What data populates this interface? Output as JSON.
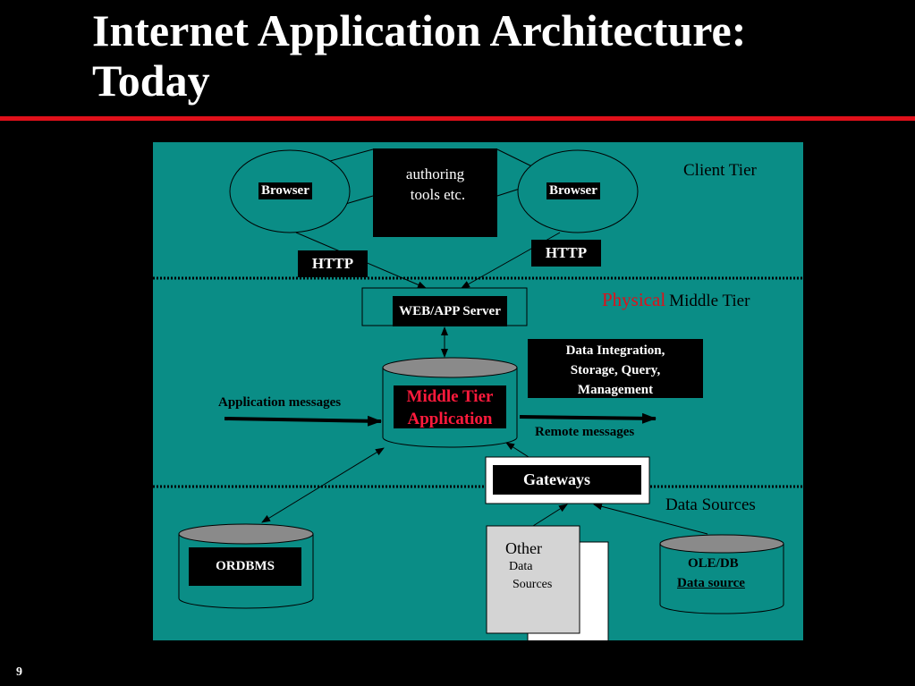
{
  "slide": {
    "title_line1": "Internet Application Architecture:",
    "title_line2": "Today",
    "page_number": "9"
  },
  "diagram": {
    "tiers": {
      "client": "Client  Tier",
      "physical_word": "Physical",
      "middle": "Middle Tier",
      "data_sources": "Data Sources"
    },
    "browser_left": "Browser",
    "browser_right": "Browser",
    "authoring_line1": "authoring",
    "authoring_line2": "tools etc.",
    "http_left": "HTTP",
    "http_right": "HTTP",
    "web_app_server": "WEB/APP  Server",
    "data_integration_line1": "Data Integration,",
    "data_integration_line2": "Storage, Query,",
    "data_integration_line3": "Management",
    "middle_tier_app_line1": "Middle Tier",
    "middle_tier_app_line2": "Application",
    "application_messages": "Application messages",
    "remote_messages": "Remote  messages",
    "gateways": "Gateways",
    "ordbms": "ORDBMS",
    "other_line1": "Other",
    "other_line2": "Data",
    "other_line3": "Sources",
    "oledb_line1": "OLE/DB",
    "oledb_line2": "Data source",
    "colors": {
      "background": "#000000",
      "diagram_fill": "#0a8d86",
      "accent_red": "#e0101a",
      "highlight_red": "#ff1a3c"
    }
  }
}
